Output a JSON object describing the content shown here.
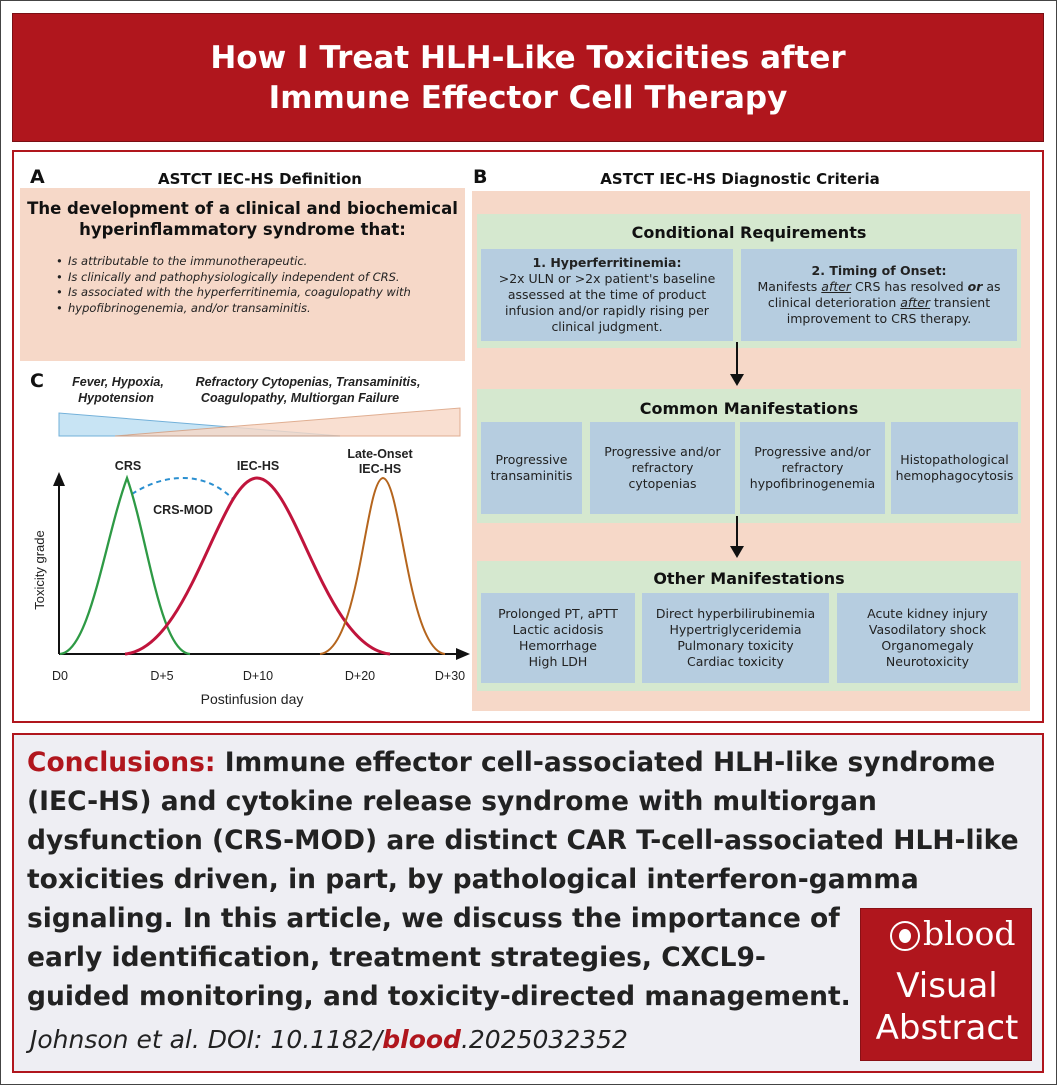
{
  "title": {
    "line1": "How I Treat HLH-Like Toxicities after",
    "line2": "Immune Effector Cell Therapy"
  },
  "colors": {
    "brand_red": "#b0161d",
    "peach": "#f6d8c8",
    "green": "#d5e8cf",
    "blue": "#b6cde0",
    "crs": "#2e9a45",
    "iec": "#c0143c",
    "late": "#b5651d",
    "crsmod": "#2a8fd0"
  },
  "panel_a": {
    "letter": "A",
    "title": "ASTCT IEC-HS Definition",
    "heading_line1": "The development of a clinical and biochemical",
    "heading_line2": "hyperinflammatory syndrome that:",
    "bullets": [
      "Is attributable to the immunotherapeutic.",
      "Is clinically and pathophysiologically independent of CRS.",
      "Is associated with the hyperferritinemia, coagulopathy with",
      "hypofibrinogenemia, and/or transaminitis."
    ]
  },
  "panel_b": {
    "letter": "B",
    "title": "ASTCT IEC-HS Diagnostic Criteria",
    "conditional": {
      "title": "Conditional Requirements",
      "hyperferritinemia_head": "1. Hyperferritinemia:",
      "hyperferritinemia_lines": [
        ">2x ULN or >2x patient's baseline",
        "assessed at the time of product",
        "infusion and/or rapidly rising per",
        "clinical judgment."
      ],
      "timing_head": "2. Timing of Onset:",
      "timing_l1a": "Manifests ",
      "timing_l1b": "after",
      "timing_l1c": " CRS has resolved ",
      "timing_l1d": "or",
      "timing_l1e": " as",
      "timing_l2a": "clinical deterioration ",
      "timing_l2b": "after",
      "timing_l2c": " transient",
      "timing_l3": "improvement to CRS therapy."
    },
    "common": {
      "title": "Common Manifestations",
      "items": [
        [
          "Progressive",
          "transaminitis"
        ],
        [
          "Progressive and/or",
          "refractory",
          "cytopenias"
        ],
        [
          "Progressive and/or",
          "refractory",
          "hypofibrinogenemia"
        ],
        [
          "Histopathological",
          "hemophagocytosis"
        ]
      ]
    },
    "other": {
      "title": "Other Manifestations",
      "items": [
        [
          "Prolonged PT, aPTT",
          "Lactic acidosis",
          "Hemorrhage",
          "High LDH"
        ],
        [
          "Direct hyperbilirubinemia",
          "Hypertriglyceridemia",
          "Pulmonary toxicity",
          "Cardiac toxicity"
        ],
        [
          "Acute kidney injury",
          "Vasodilatory shock",
          "Organomegaly",
          "Neurotoxicity"
        ]
      ]
    }
  },
  "panel_c": {
    "letter": "C",
    "left_symptoms_l1": "Fever, Hypoxia,",
    "left_symptoms_l2": "Hypotension",
    "right_symptoms_l1": "Refractory Cytopenias, Transaminitis,",
    "right_symptoms_l2": "Coagulopathy, Multiorgan Failure",
    "crsmod_label": "CRS-MOD"
  },
  "chart_data": {
    "type": "line",
    "xlabel": "Postinfusion day",
    "ylabel": "Toxicity grade",
    "x_ticks": [
      "D0",
      "D+5",
      "D+10",
      "D+20",
      "D+30"
    ],
    "series": [
      {
        "name": "CRS",
        "shape": "peak",
        "peak_x": "D+3",
        "color": "#2e9a45"
      },
      {
        "name": "IEC-HS",
        "shape": "peak",
        "peak_x": "D+10",
        "color": "#c0143c"
      },
      {
        "name": "Late-Onset IEC-HS",
        "label_l1": "Late-Onset",
        "label_l2": "IEC-HS",
        "shape": "peak",
        "peak_x": "D+23",
        "color": "#b5651d"
      }
    ]
  },
  "conclusions": {
    "label": "Conclusions:",
    "line1": " Immune effector cell-associated HLH-like syndrome",
    "line2": "(IEC-HS) and cytokine release syndrome with multiorgan",
    "line3": "dysfunction (CRS-MOD) are distinct CAR T-cell-associated HLH-like",
    "line4": "toxicities driven, in part, by pathological interferon-gamma",
    "line5": "signaling. In this article, we discuss the importance of",
    "line6": "early identification, treatment strategies, CXCL9-",
    "line7": "guided monitoring, and toxicity-directed management.",
    "citation_a": "Johnson et al. DOI: 10.1182/",
    "citation_b": "blood",
    "citation_c": ".2025032352"
  },
  "logo": {
    "word": "blood",
    "line2": "Visual",
    "line3": "Abstract"
  }
}
